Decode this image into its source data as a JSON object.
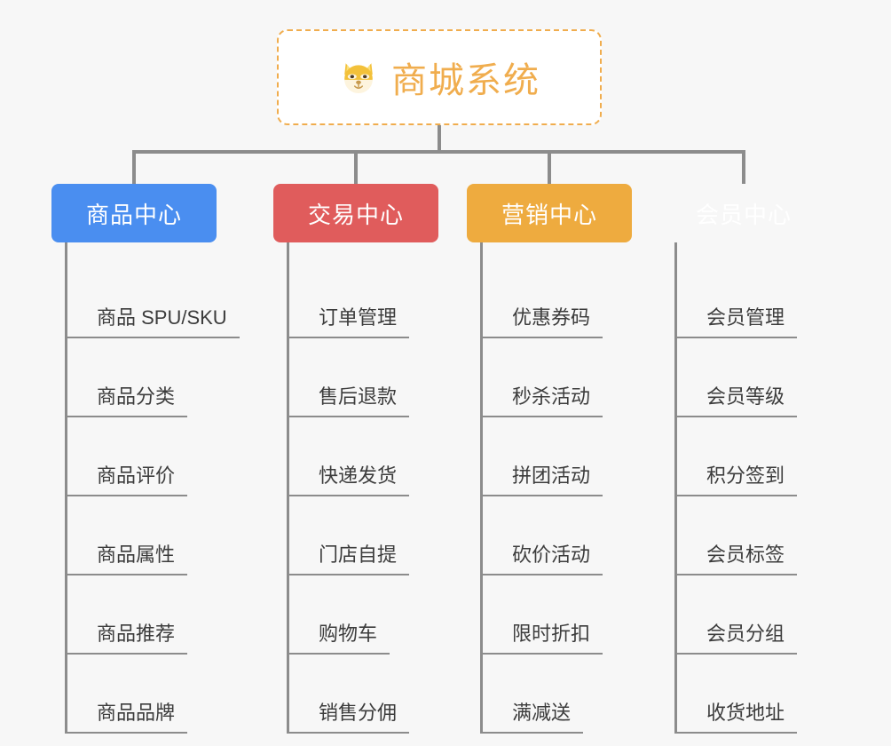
{
  "page": {
    "background_color": "#f7f7f7",
    "line_color": "#8c8c8c"
  },
  "root": {
    "title": "商城系统",
    "icon": "shiba-dog-face-icon",
    "border_color": "#f0ad4e",
    "text_color": "#f0ad4e",
    "background_color": "#ffffff"
  },
  "columns": [
    {
      "id": "product-center",
      "title": "商品中心",
      "color": "#4a8ef0",
      "items": [
        "商品 SPU/SKU",
        "商品分类",
        "商品评价",
        "商品属性",
        "商品推荐",
        "商品品牌"
      ]
    },
    {
      "id": "trade-center",
      "title": "交易中心",
      "color": "#e05c5c",
      "items": [
        "订单管理",
        "售后退款",
        "快递发货",
        "门店自提",
        "购物车",
        "销售分佣"
      ]
    },
    {
      "id": "marketing-center",
      "title": "营销中心",
      "color": "#eeab3f",
      "items": [
        "优惠券码",
        "秒杀活动",
        "拼团活动",
        "砍价活动",
        "限时折扣",
        "满减送"
      ]
    },
    {
      "id": "member-center",
      "title": "会员中心",
      "color": "#77c council",
      "items": [
        "会员管理",
        "会员等级",
        "积分签到",
        "会员标签",
        "会员分组",
        "收货地址"
      ]
    }
  ]
}
